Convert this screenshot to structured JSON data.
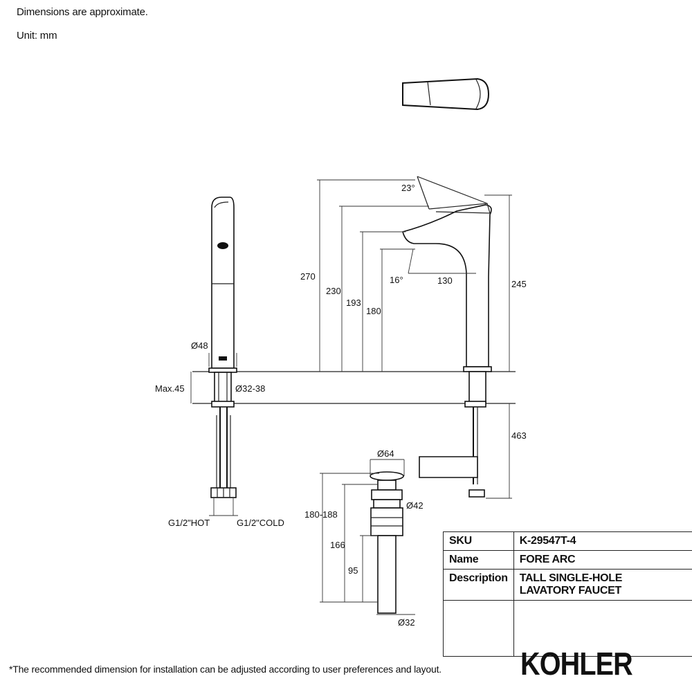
{
  "notes": {
    "approx": "Dimensions are approximate.",
    "unit": "Unit: mm",
    "footnote": "*The recommended dimension for installation can be adjusted according to user preferences and layout."
  },
  "dimensions": {
    "d270": "270",
    "d230": "230",
    "d193": "193",
    "d180": "180",
    "d245": "245",
    "d463": "463",
    "d130": "130",
    "angle23": "23°",
    "angle16": "16°",
    "dia48": "Ø48",
    "max45": "Max.45",
    "dia32_38": "Ø32-38",
    "hot": "G1/2\"HOT",
    "cold": "G1/2\"COLD",
    "dia64": "Ø64",
    "dia42": "Ø42",
    "dia32": "Ø32",
    "d180_188": "180-188",
    "d166": "166",
    "d95": "95"
  },
  "spec": {
    "sku_key": "SKU",
    "sku_val": "K-29547T-4",
    "name_key": "Name",
    "name_val": "FORE ARC",
    "desc_key": "Description",
    "desc_line1": "TALL SINGLE-HOLE",
    "desc_line2": "LAVATORY FAUCET"
  },
  "brand": "KOHLER"
}
